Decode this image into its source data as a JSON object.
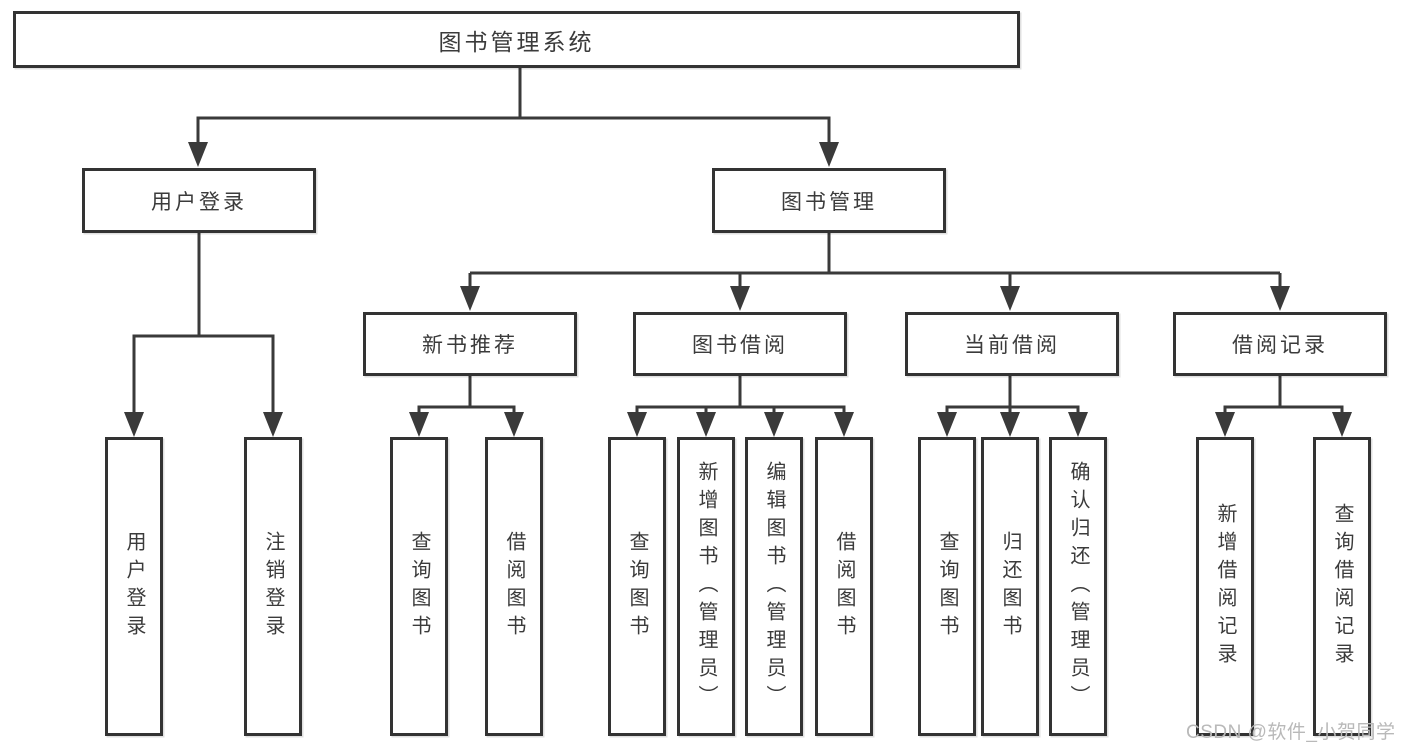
{
  "tree": {
    "label": "图书管理系统",
    "children": [
      {
        "label": "用户登录",
        "children": [
          {
            "label": "用户登录"
          },
          {
            "label": "注销登录"
          }
        ]
      },
      {
        "label": "图书管理",
        "children": [
          {
            "label": "新书推荐",
            "children": [
              {
                "label": "查询图书"
              },
              {
                "label": "借阅图书"
              }
            ]
          },
          {
            "label": "图书借阅",
            "children": [
              {
                "label": "查询图书"
              },
              {
                "label": "新增图书（管理员）"
              },
              {
                "label": "编辑图书（管理员）"
              },
              {
                "label": "借阅图书"
              }
            ]
          },
          {
            "label": "当前借阅",
            "children": [
              {
                "label": "查询图书"
              },
              {
                "label": "归还图书"
              },
              {
                "label": "确认归还（管理员）"
              }
            ]
          },
          {
            "label": "借阅记录",
            "children": [
              {
                "label": "新增借阅记录"
              },
              {
                "label": "查询借阅记录"
              }
            ]
          }
        ]
      }
    ]
  },
  "watermark": {
    "text": "CSDN @软件_小贺同学"
  },
  "colors": {
    "line": "#3a3a3a",
    "box_border": "#333333",
    "text": "#3b3b3b",
    "watermark": "#b9b9b9",
    "background": "#ffffff"
  }
}
